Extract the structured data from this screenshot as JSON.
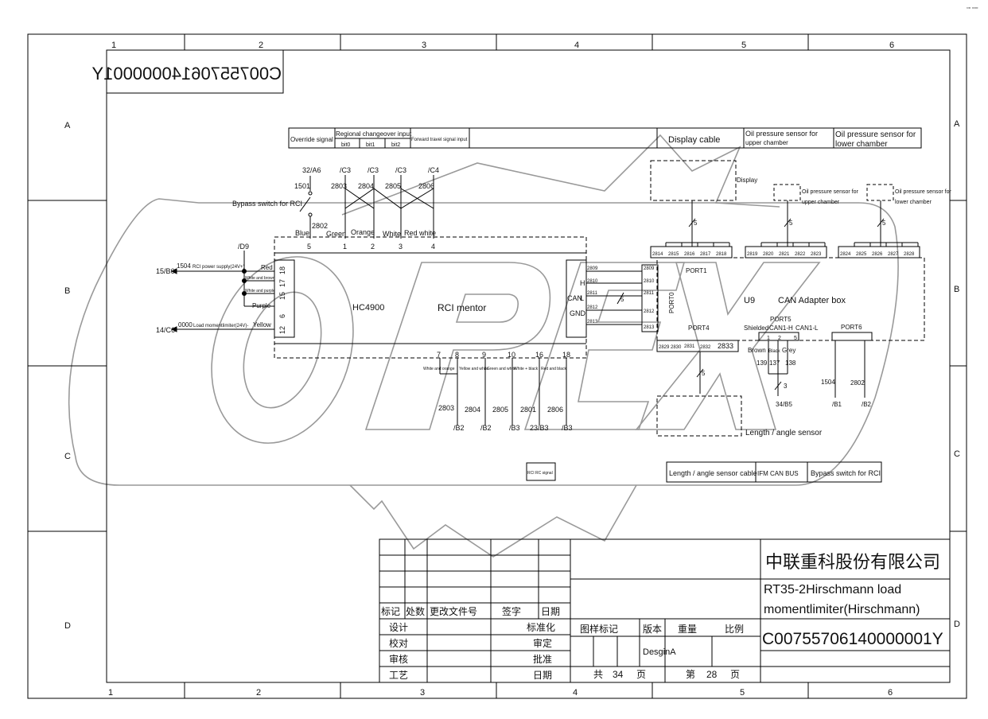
{
  "corner_mark": "▫▫ ▫▫▫",
  "watermark": "OPEX",
  "grid": {
    "cols": [
      "1",
      "2",
      "3",
      "4",
      "5",
      "6"
    ],
    "rows": [
      "A",
      "B",
      "C",
      "D"
    ]
  },
  "doc_number_mirrored": "C00755706140000001Y",
  "header_bar": {
    "override_signal": "Override signal",
    "regional": "Regional changeover input",
    "bit0": "bit0",
    "bit1": "bit1",
    "bit2": "bit2",
    "forward": "Forward travel signal input",
    "display_cable": "Display cable",
    "oil_upper": [
      "Oil pressure sensor for",
      "upper chamber"
    ],
    "oil_lower": [
      "Oil pressure sensor for",
      "lower chamber"
    ]
  },
  "top_wires": {
    "refs": [
      "32/A6",
      "/C3",
      "/C3",
      "/C3",
      "/C4"
    ],
    "numbers": [
      "1501",
      "2803",
      "2804",
      "2805",
      "2806"
    ],
    "bypass": "Bypass switch for RCI",
    "n2802": "2802",
    "colors": [
      "Blue",
      "Green",
      "Orange",
      "White",
      "Red white"
    ],
    "pins": [
      "5",
      "1",
      "2",
      "3",
      "4"
    ]
  },
  "left_side": {
    "d9": "/D9",
    "b6": "15/B6",
    "w1504": "1504",
    "power": "RCI power supply(24V+)",
    "c6": "14/C6",
    "w0000": "0000",
    "load": "Load momentlimiter(24V)-",
    "pins": [
      "18",
      "17",
      "15",
      "6",
      "12"
    ],
    "labels": [
      "Red",
      "White and brown",
      "White and purple",
      "Purple",
      "Yellow"
    ]
  },
  "main_box": {
    "hc4900": "HC4900",
    "rci": "RCI mentor"
  },
  "can_conn": {
    "h": "H",
    "can": "CAN",
    "l": "L",
    "gnd": "GND",
    "wires": [
      "2809",
      "2810",
      "2811",
      "2812",
      "2813"
    ],
    "five": "5",
    "port0": "PORT0",
    "port0_wires": [
      "2809",
      "2810",
      "2811",
      "2812",
      "2813"
    ]
  },
  "bottom_wires": {
    "pins": [
      "7",
      "8",
      "9",
      "10",
      "16",
      "18"
    ],
    "colors": [
      "White and orange",
      "Yellow and white",
      "Green and white",
      "White + black",
      "Red and black"
    ],
    "numbers": [
      "2803",
      "2804",
      "2805",
      "2801",
      "2806"
    ],
    "refs": [
      "/B2",
      "/B2",
      "/B3",
      "23/B3",
      "/B3"
    ],
    "rci_signal": "RCI RC signal"
  },
  "adapter": {
    "display": "Display",
    "oil_up": [
      "Oil pressure sensor for",
      "upper chamber"
    ],
    "oil_low": [
      "Oil pressure sensor for",
      "lower chamber"
    ],
    "fives": [
      "5",
      "5",
      "5",
      "5"
    ],
    "port1": "PORT1",
    "p1_wires": [
      "2814",
      "2815",
      "2816",
      "2817",
      "2818"
    ],
    "p2_wires": [
      "2819",
      "2820",
      "2821",
      "2822",
      "2823"
    ],
    "p3_wires": [
      "2824",
      "2825",
      "2826",
      "2827",
      "2828"
    ],
    "u9": "U9",
    "can_box": "CAN Adapter box",
    "port4": "PORT4",
    "p4_wires": [
      "2829",
      "2830",
      "2831",
      "2832",
      "2833"
    ],
    "port5": "PORT5",
    "shielded": "Shielded",
    "can_h": "CAN1-H",
    "can_l": "CAN1-L",
    "p5_pins": [
      "1",
      "2",
      "5"
    ],
    "brown": "Brown",
    "black": "Black",
    "grey": "Grey",
    "p5_nums": [
      "139",
      "137",
      "138"
    ],
    "three": "3",
    "b5": "34/B5",
    "port6": "PORT6",
    "w1504": "1504",
    "w2802": "2802",
    "b1": "/B1",
    "b2": "/B2",
    "length_sensor": "Length / angle sensor",
    "five4": "5"
  },
  "legend_bar": {
    "length_cable": "Length / angle sensor cable",
    "ifm": "IFM CAN BUS",
    "bypass": "Bypass switch for RCI"
  },
  "title_block": {
    "company": "中联重科股份有限公司",
    "title_line1": "RT35-2Hirschmann load",
    "title_line2": "momentlimiter(Hirschmann)",
    "doc_number": "C00755706140000001Y",
    "rev_headers": [
      "标记",
      "处数",
      "更改文件号",
      "签字",
      "日期"
    ],
    "roles_left": [
      "设计",
      "校对",
      "审核",
      "工艺"
    ],
    "roles_right": [
      "标准化",
      "审定",
      "批准",
      "日期"
    ],
    "sheet_headers": [
      "图样标记",
      "版本",
      "重量",
      "比例"
    ],
    "version": "DesginA",
    "total_label": "共",
    "total": "34",
    "total_unit": "页",
    "page_label": "第",
    "page": "28",
    "page_unit": "页"
  }
}
